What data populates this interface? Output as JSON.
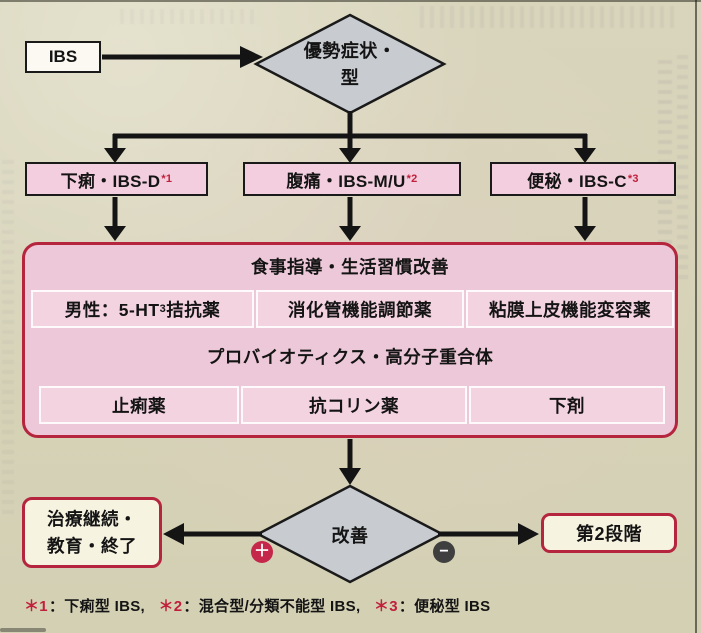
{
  "figure": {
    "start_label": "IBS",
    "decision1": {
      "line1": "優勢症状・",
      "line2": "型"
    },
    "branches": [
      {
        "label": "下痢・IBS-D",
        "marker": "*1"
      },
      {
        "label": "腹痛・IBS-M/U",
        "marker": "*2"
      },
      {
        "label": "便秘・IBS-C",
        "marker": "*3"
      }
    ],
    "treatment": {
      "header": "食事指導・生活習慣改善",
      "row2": {
        "cell1": {
          "pre": "男性：5-HT",
          "sub": "3",
          "post": "拮抗薬"
        },
        "cell2": "消化管機能調節薬",
        "cell3": "粘膜上皮機能変容薬"
      },
      "mid": "プロバイオティクス・高分子重合体",
      "row4": {
        "cell1": "止痢薬",
        "cell2": "抗コリン薬",
        "cell3": "下剤"
      }
    },
    "decision2": "改善",
    "outcomes": {
      "positive": {
        "line1": "治療継続・",
        "line2": "教育・終了"
      },
      "negative": "第2段階"
    },
    "badges": {
      "plus": "＋",
      "minus": "−"
    }
  },
  "footnote": {
    "items": [
      {
        "marker": "＊1",
        "text": "：下痢型 IBS,"
      },
      {
        "marker": "＊2",
        "text": "：混合型/分類不能型 IBS,"
      },
      {
        "marker": "＊3",
        "text": "：便秘型 IBS"
      }
    ]
  },
  "colors": {
    "page_background": "#d7d3b8",
    "diamond_fill": "#c8ccd1",
    "pink_fill": "#f2cede",
    "treatment_fill": "#edc8d8",
    "cell_fill": "#f4d3e1",
    "accent_red": "#b5263e",
    "plus_red": "#c4274a",
    "minus_gray": "#3f3f3f",
    "arrow_black": "#141414"
  }
}
